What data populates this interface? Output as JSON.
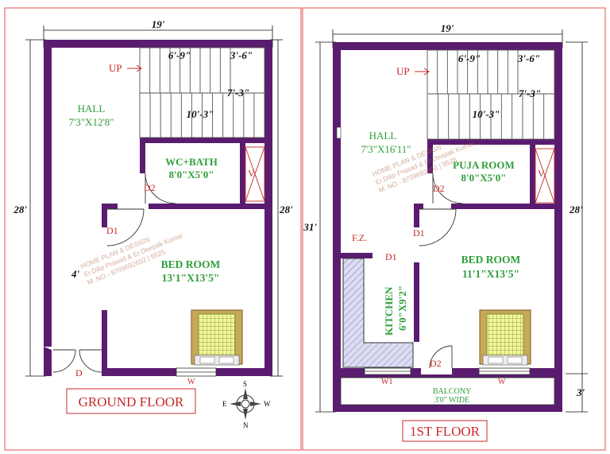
{
  "ground": {
    "width_dim": "19'",
    "depth_dim_left": "28'",
    "depth_dim_right": "28'",
    "up": "UP",
    "stair_w1": "6'-9\"",
    "stair_w2": "3'-6\"",
    "stair_h": "7'-3\"",
    "stair_run": "10'-3\"",
    "hall": "HALL",
    "hall_size": "7'3\"X12'8\"",
    "wc": "WC+BATH",
    "wc_size": "8'0\"X5'0\"",
    "v": "V",
    "d2": "D2",
    "d1": "D1",
    "bed": "BED ROOM",
    "bed_size": "13'1\"X13'5\"",
    "d": "D",
    "w": "W",
    "side_dim": "4'",
    "title": "GROUND FLOOR"
  },
  "first": {
    "width_dim": "19'",
    "depth_dim_left": "31'",
    "depth_dim_right": "28'",
    "balcony_dim": "3'",
    "up": "UP",
    "stair_w1": "6'-9\"",
    "stair_w2": "3'-6\"",
    "stair_h": "7'-3\"",
    "stair_run": "10'-3\"",
    "hall": "HALL",
    "hall_size": "7'3\"X16'11\"",
    "puja": "PUJA ROOM",
    "puja_size": "8'0\"X5'0\"",
    "v": "V",
    "d2": "D2",
    "d1a": "D1",
    "d1b": "D1",
    "fz": "F.Z.",
    "kitchen": "KITCHEN",
    "kitchen_size": "6'0\"X9'2\"",
    "bed": "BED ROOM",
    "bed_size": "11'1\"X13'5\"",
    "d2b": "D2",
    "w1": "W1",
    "w": "W",
    "balcony": "BALCONY",
    "balcony_size": "3'0\" WIDE",
    "title": "1ST FLOOR"
  },
  "compass": {
    "n": "N",
    "s": "S",
    "e": "E",
    "w": "W"
  },
  "watermark": {
    "line1": "HOME PLAN & DESIGN",
    "line2": "Er.Dilip Prasad & Er.Deepak Kumar",
    "line3": "M. NO - 8709692602 | 9525"
  },
  "colors": {
    "wall": "#5a1c6e",
    "label_red": "#c62828",
    "label_green": "#2e9e3a",
    "border": "#e05050"
  }
}
